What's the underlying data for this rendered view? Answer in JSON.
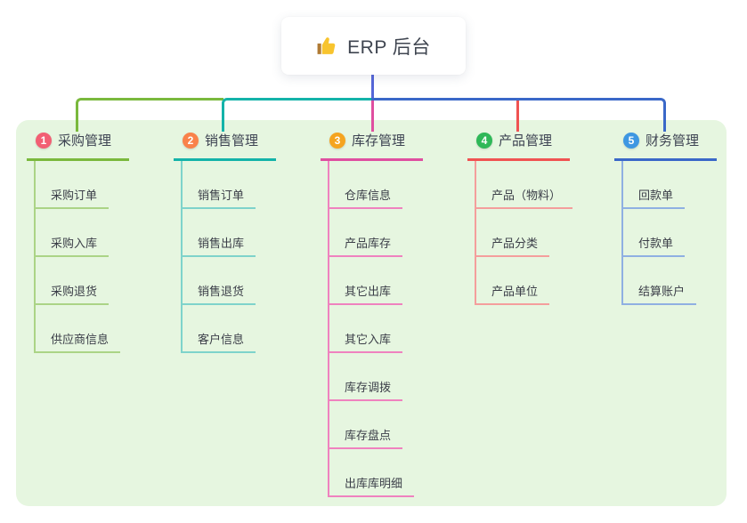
{
  "canvas": {
    "background": "#ffffff",
    "panel_background": "#e6f6e0",
    "root_connector_color": "#5566d8",
    "text_color": "#3d4352"
  },
  "root": {
    "icon": "thumbs-up-icon",
    "icon_color": "#f8c42e",
    "label": "ERP 后台"
  },
  "branches": [
    {
      "number": "1",
      "label": "采购管理",
      "badge_color": "#f25f73",
      "line_color": "#7ab93d",
      "child_line_color": "#abd486",
      "children": [
        "采购订单",
        "采购入库",
        "采购退货",
        "供应商信息"
      ]
    },
    {
      "number": "2",
      "label": "销售管理",
      "badge_color": "#f9824a",
      "line_color": "#14b3a9",
      "child_line_color": "#7ed3cb",
      "children": [
        "销售订单",
        "销售出库",
        "销售退货",
        "客户信息"
      ]
    },
    {
      "number": "3",
      "label": "库存管理",
      "badge_color": "#f5a41f",
      "line_color": "#df4fa0",
      "child_line_color": "#ef82bf",
      "children": [
        "仓库信息",
        "产品库存",
        "其它出库",
        "其它入库",
        "库存调拨",
        "库存盘点",
        "出库库明细"
      ]
    },
    {
      "number": "4",
      "label": "产品管理",
      "badge_color": "#2fb858",
      "line_color": "#f05352",
      "child_line_color": "#f49e9c",
      "children": [
        "产品（物料）",
        "产品分类",
        "产品单位"
      ]
    },
    {
      "number": "5",
      "label": "财务管理",
      "badge_color": "#3e97e2",
      "line_color": "#3a68c8",
      "child_line_color": "#8fb0e2",
      "children": [
        "回款单",
        "付款单",
        "结算账户"
      ]
    }
  ]
}
